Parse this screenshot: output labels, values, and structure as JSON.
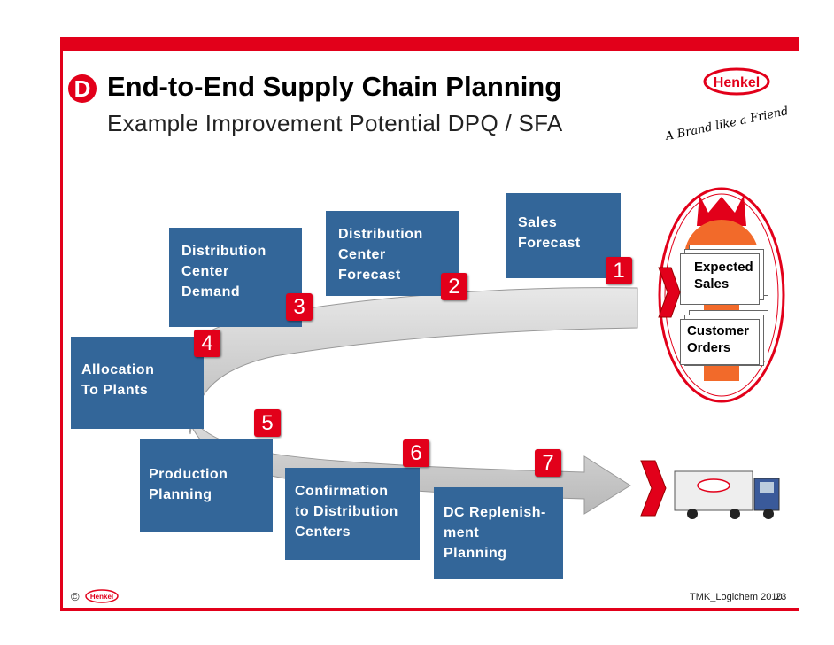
{
  "badge": "D",
  "title": "End-to-End Supply Chain Planning",
  "subtitle": "Example Improvement Potential DPQ / SFA",
  "logo": {
    "brand": "Henkel",
    "slogan": "A Brand like a Friend"
  },
  "steps": {
    "sales_forecast": "Sales\nForecast",
    "dc_forecast": "Distribution\nCenter\nForecast",
    "dc_demand": "Distribution\nCenter\nDemand",
    "allocation": "Allocation\nTo Plants",
    "production": "Production\nPlanning",
    "confirmation": "Confirmation\nto Distribution\nCenters",
    "replenishment": "DC Replenish-\nment\nPlanning"
  },
  "numbers": [
    "1",
    "2",
    "3",
    "4",
    "5",
    "6",
    "7"
  ],
  "demand_docs": {
    "expected": "Expected\nSales",
    "orders": "Customer\nOrders"
  },
  "footer": {
    "copyright": "©",
    "brand": "Henkel",
    "text": "TMK_Logichem 2010",
    "page": "23"
  },
  "colors": {
    "accent": "#e2001a",
    "box": "#336699",
    "arrow": "#c8c8c8"
  }
}
